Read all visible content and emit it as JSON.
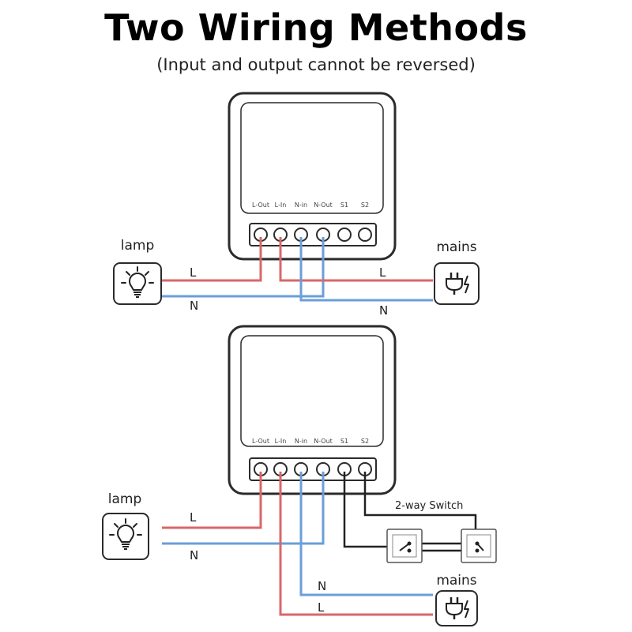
{
  "title": "Two Wiring Methods",
  "subtitle": "(Input and output cannot be reversed)",
  "terminal_labels": [
    "L-Out",
    "L-In",
    "N-in",
    "N-Out",
    "S1",
    "S2"
  ],
  "diagram1": {
    "lamp_label": "lamp",
    "mains_label": "mains",
    "wire_L_left": "L",
    "wire_N_left": "N",
    "wire_L_right": "L",
    "wire_N_right": "N"
  },
  "diagram2": {
    "lamp_label": "lamp",
    "mains_label": "mains",
    "switch_label": "2-way Switch",
    "wire_L_left": "L",
    "wire_N_left": "N",
    "wire_N_bottom": "N",
    "wire_L_bottom": "L"
  },
  "colors": {
    "live": "#d9676a",
    "neutral": "#6a9fd8",
    "switch_wire": "#222222",
    "outline": "#2b2b2b"
  },
  "icons": {
    "lamp": "light-bulb-icon",
    "mains": "plug-lightning-icon"
  }
}
